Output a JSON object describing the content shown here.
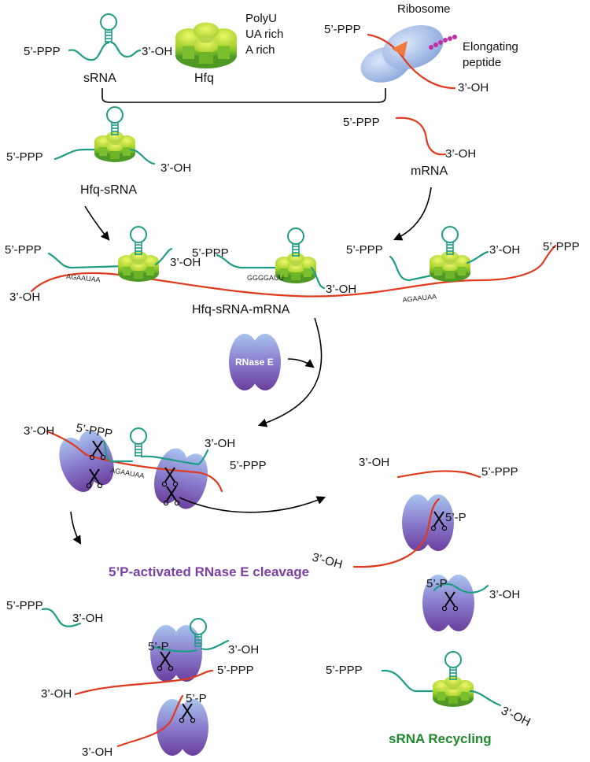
{
  "labels": {
    "five_ppp": "5’-PPP",
    "three_oh": "3’-OH",
    "five_p": "5’-P",
    "srna": "sRNA",
    "hfq": "Hfq",
    "polyu": "PolyU",
    "ua_rich": "UA rich",
    "a_rich": "A rich",
    "ribosome": "Ribosome",
    "elongating": "Elongating",
    "peptide": "peptide",
    "mrna": "mRNA",
    "hfq_srna": "Hfq-sRNA",
    "hfq_srna_mrna": "Hfq-sRNA-mRNA",
    "rnase_e": "RNase E",
    "seq_agaauaa": "AGAAUAA",
    "seq_ggggauu": "GGGGAUU",
    "cleavage_title": "5’P-activated RNase E cleavage",
    "recycling_title": "sRNA Recycling"
  },
  "colors": {
    "srna": "#1f9c86",
    "mrna": "#e03a1e",
    "hfq": "#8cc63f",
    "rnase": "#7a5cb0",
    "ribosome": "#9ab3e0",
    "peptide": "#c02fa8",
    "title_purple": "#7b3fa3",
    "title_green": "#1f8a2c"
  }
}
